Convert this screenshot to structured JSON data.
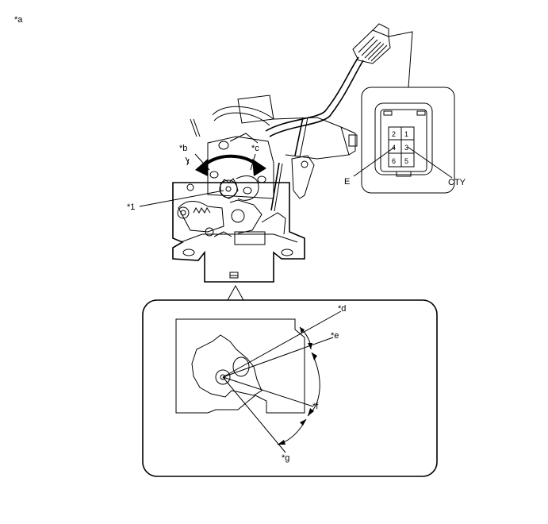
{
  "labels": {
    "a": "*a",
    "b": "*b",
    "c": "*c",
    "one": "*1",
    "d": "*d",
    "e": "*e",
    "f": "*f",
    "g": "*g",
    "E": "E",
    "CTY": "CTY"
  },
  "connector": {
    "pins": [
      "2",
      "1",
      "4",
      "3",
      "6",
      "5"
    ]
  }
}
